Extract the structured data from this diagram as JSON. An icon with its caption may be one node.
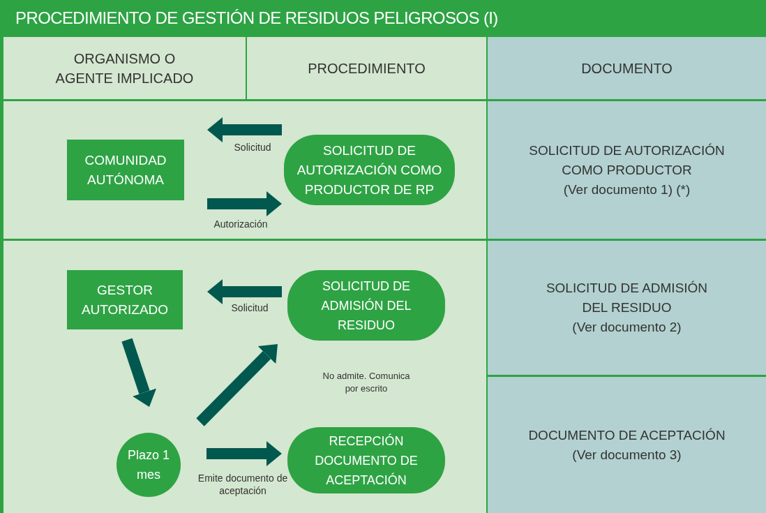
{
  "diagram": {
    "title": "PROCEDIMIENTO DE GESTIÓN DE RESIDUOS PELIGROSOS (I)",
    "nodes": [
      {
        "text": [
          "ORGANISMO O AGENTE IMPLICADO"
        ]
      },
      {
        "text": [
          "PROCEDIMIENTO"
        ]
      },
      {
        "text": [
          "DOCUMENTO"
        ]
      },
      {
        "text": [
          "COMUNIDAD AUTÓNOMA"
        ]
      },
      {
        "text": [
          "SOLICITUD DE AUTORIZACIÓN COMO PRODUCTOR DE RP"
        ]
      },
      {
        "text": [
          "SOLICITUD DE AUTORIZACIÓN COMO PRODUCTOR",
          "(Ver documento 1) (*)"
        ]
      },
      {
        "text": [
          "GESTOR AUTORIZADO"
        ]
      },
      {
        "text": [
          "SOLICITUD DE ADMISIÓN DEL RESIDUO"
        ]
      },
      {
        "text": [
          "SOLICITUD DE ADMISIÓN DEL RESIDUO",
          "(Ver documento 2)"
        ]
      },
      {
        "text": [
          "Plazo 1 mes"
        ]
      },
      {
        "text": [
          "RECEPCIÓN DOCUMENTO DE ACEPTACIÓN"
        ]
      },
      {
        "text": [
          "DOCUMENTO DE ACEPTACIÓN",
          "(Ver documento 3)"
        ]
      }
    ],
    "edges": [
      {
        "from": 4,
        "to": 3,
        "arrow": "to",
        "label": "Solicitud"
      },
      {
        "from": 3,
        "to": 4,
        "arrow": "to",
        "label": "Autorización"
      },
      {
        "from": 7,
        "to": 6,
        "arrow": "to",
        "label": "Solicitud"
      },
      {
        "from": 6,
        "to": 9,
        "arrow": "to"
      },
      {
        "from": 9,
        "to": 7,
        "arrow": "to"
      },
      {
        "from": 9,
        "to": 10,
        "arrow": "to",
        "label": "Emite documento de aceptación"
      }
    ],
    "labels": [
      "No admite. Comunica por escrito"
    ]
  }
}
